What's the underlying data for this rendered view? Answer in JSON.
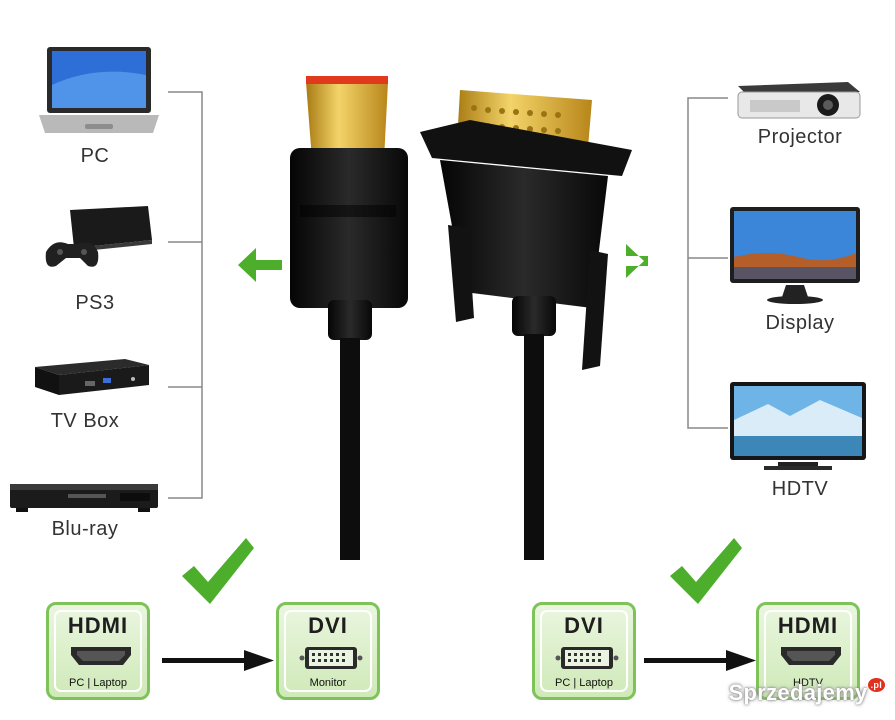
{
  "sources": [
    {
      "label": "PC",
      "icon": "laptop-icon"
    },
    {
      "label": "PS3",
      "icon": "game-console-icon"
    },
    {
      "label": "TV Box",
      "icon": "tv-box-icon"
    },
    {
      "label": "Blu-ray",
      "icon": "bluray-player-icon"
    }
  ],
  "displays": [
    {
      "label": "Projector",
      "icon": "projector-icon"
    },
    {
      "label": "Display",
      "icon": "monitor-icon"
    },
    {
      "label": "HDTV",
      "icon": "hdtv-icon"
    }
  ],
  "left_conversion": {
    "from": {
      "title": "HDMI",
      "sub": "PC | Laptop"
    },
    "to": {
      "title": "DVI",
      "sub": "Monitor"
    }
  },
  "right_conversion": {
    "from": {
      "title": "DVI",
      "sub": "PC | Laptop"
    },
    "to": {
      "title": "HDMI",
      "sub": "HDTV"
    }
  },
  "watermark": {
    "text": "Sprzedajemy",
    "suffix": ".pl"
  },
  "colors": {
    "accent_green": "#4cae2b",
    "box_border": "#7ec35a",
    "gold": "#d9b23a",
    "cable": "#111111"
  }
}
